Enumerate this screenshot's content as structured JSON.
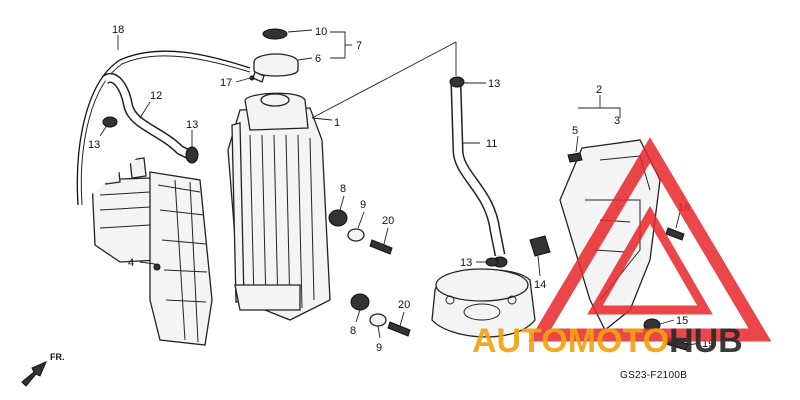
{
  "diagram_code": "GS23-F2100B",
  "direction_label": "FR.",
  "callouts": [
    "1",
    "2",
    "3",
    "4",
    "5",
    "6",
    "7",
    "8",
    "9",
    "10",
    "11",
    "12",
    "13",
    "14",
    "15",
    "16",
    "17",
    "18",
    "19",
    "20"
  ],
  "watermark": {
    "text_accent": "AUTOMOTO",
    "text_dark": "HUB",
    "accent_color": "#f2a20f",
    "dark_color": "#2b2b2b",
    "triangle_color": "#e8262a"
  }
}
